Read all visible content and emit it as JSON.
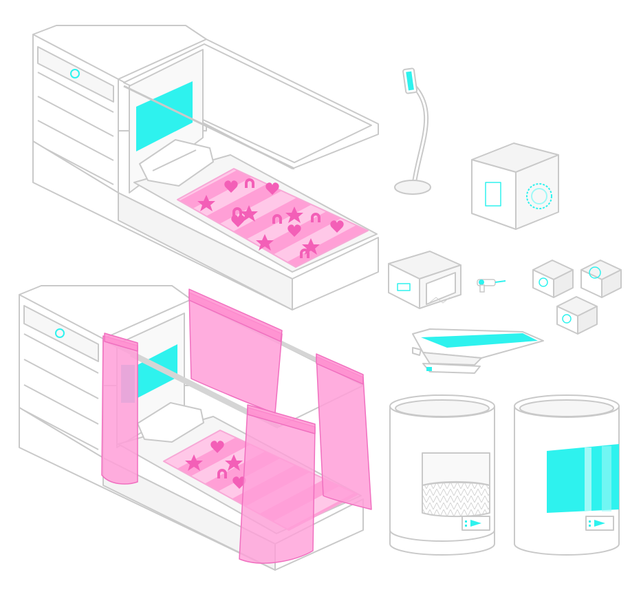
{
  "palette": {
    "outline": "#c9c9c9",
    "outline_dark": "#b5b5b5",
    "panel": "#ffffff",
    "shade": "#f2f2f2",
    "cyan": "#2ef2ee",
    "cyan_light": "#9ff9f7",
    "pink": "#ff8fd0",
    "pink_light": "#ffc1e6",
    "pink_dark": "#f35fb7",
    "curtain": "#ff9fd8",
    "curtain_edge": "#f06fbf"
  },
  "sprites": [
    {
      "name": "bunk-bed-without-curtains"
    },
    {
      "name": "bunk-bed-with-curtains"
    },
    {
      "name": "gooseneck-lamp"
    },
    {
      "name": "safe-cube"
    },
    {
      "name": "small-cubby-box"
    },
    {
      "name": "ray-gun"
    },
    {
      "name": "storage-crate-stack"
    },
    {
      "name": "hover-spaceship"
    },
    {
      "name": "open-capsule-pod"
    },
    {
      "name": "closed-capsule-pod"
    }
  ],
  "bedspread_pattern": [
    "star",
    "heart",
    "horseshoe"
  ]
}
